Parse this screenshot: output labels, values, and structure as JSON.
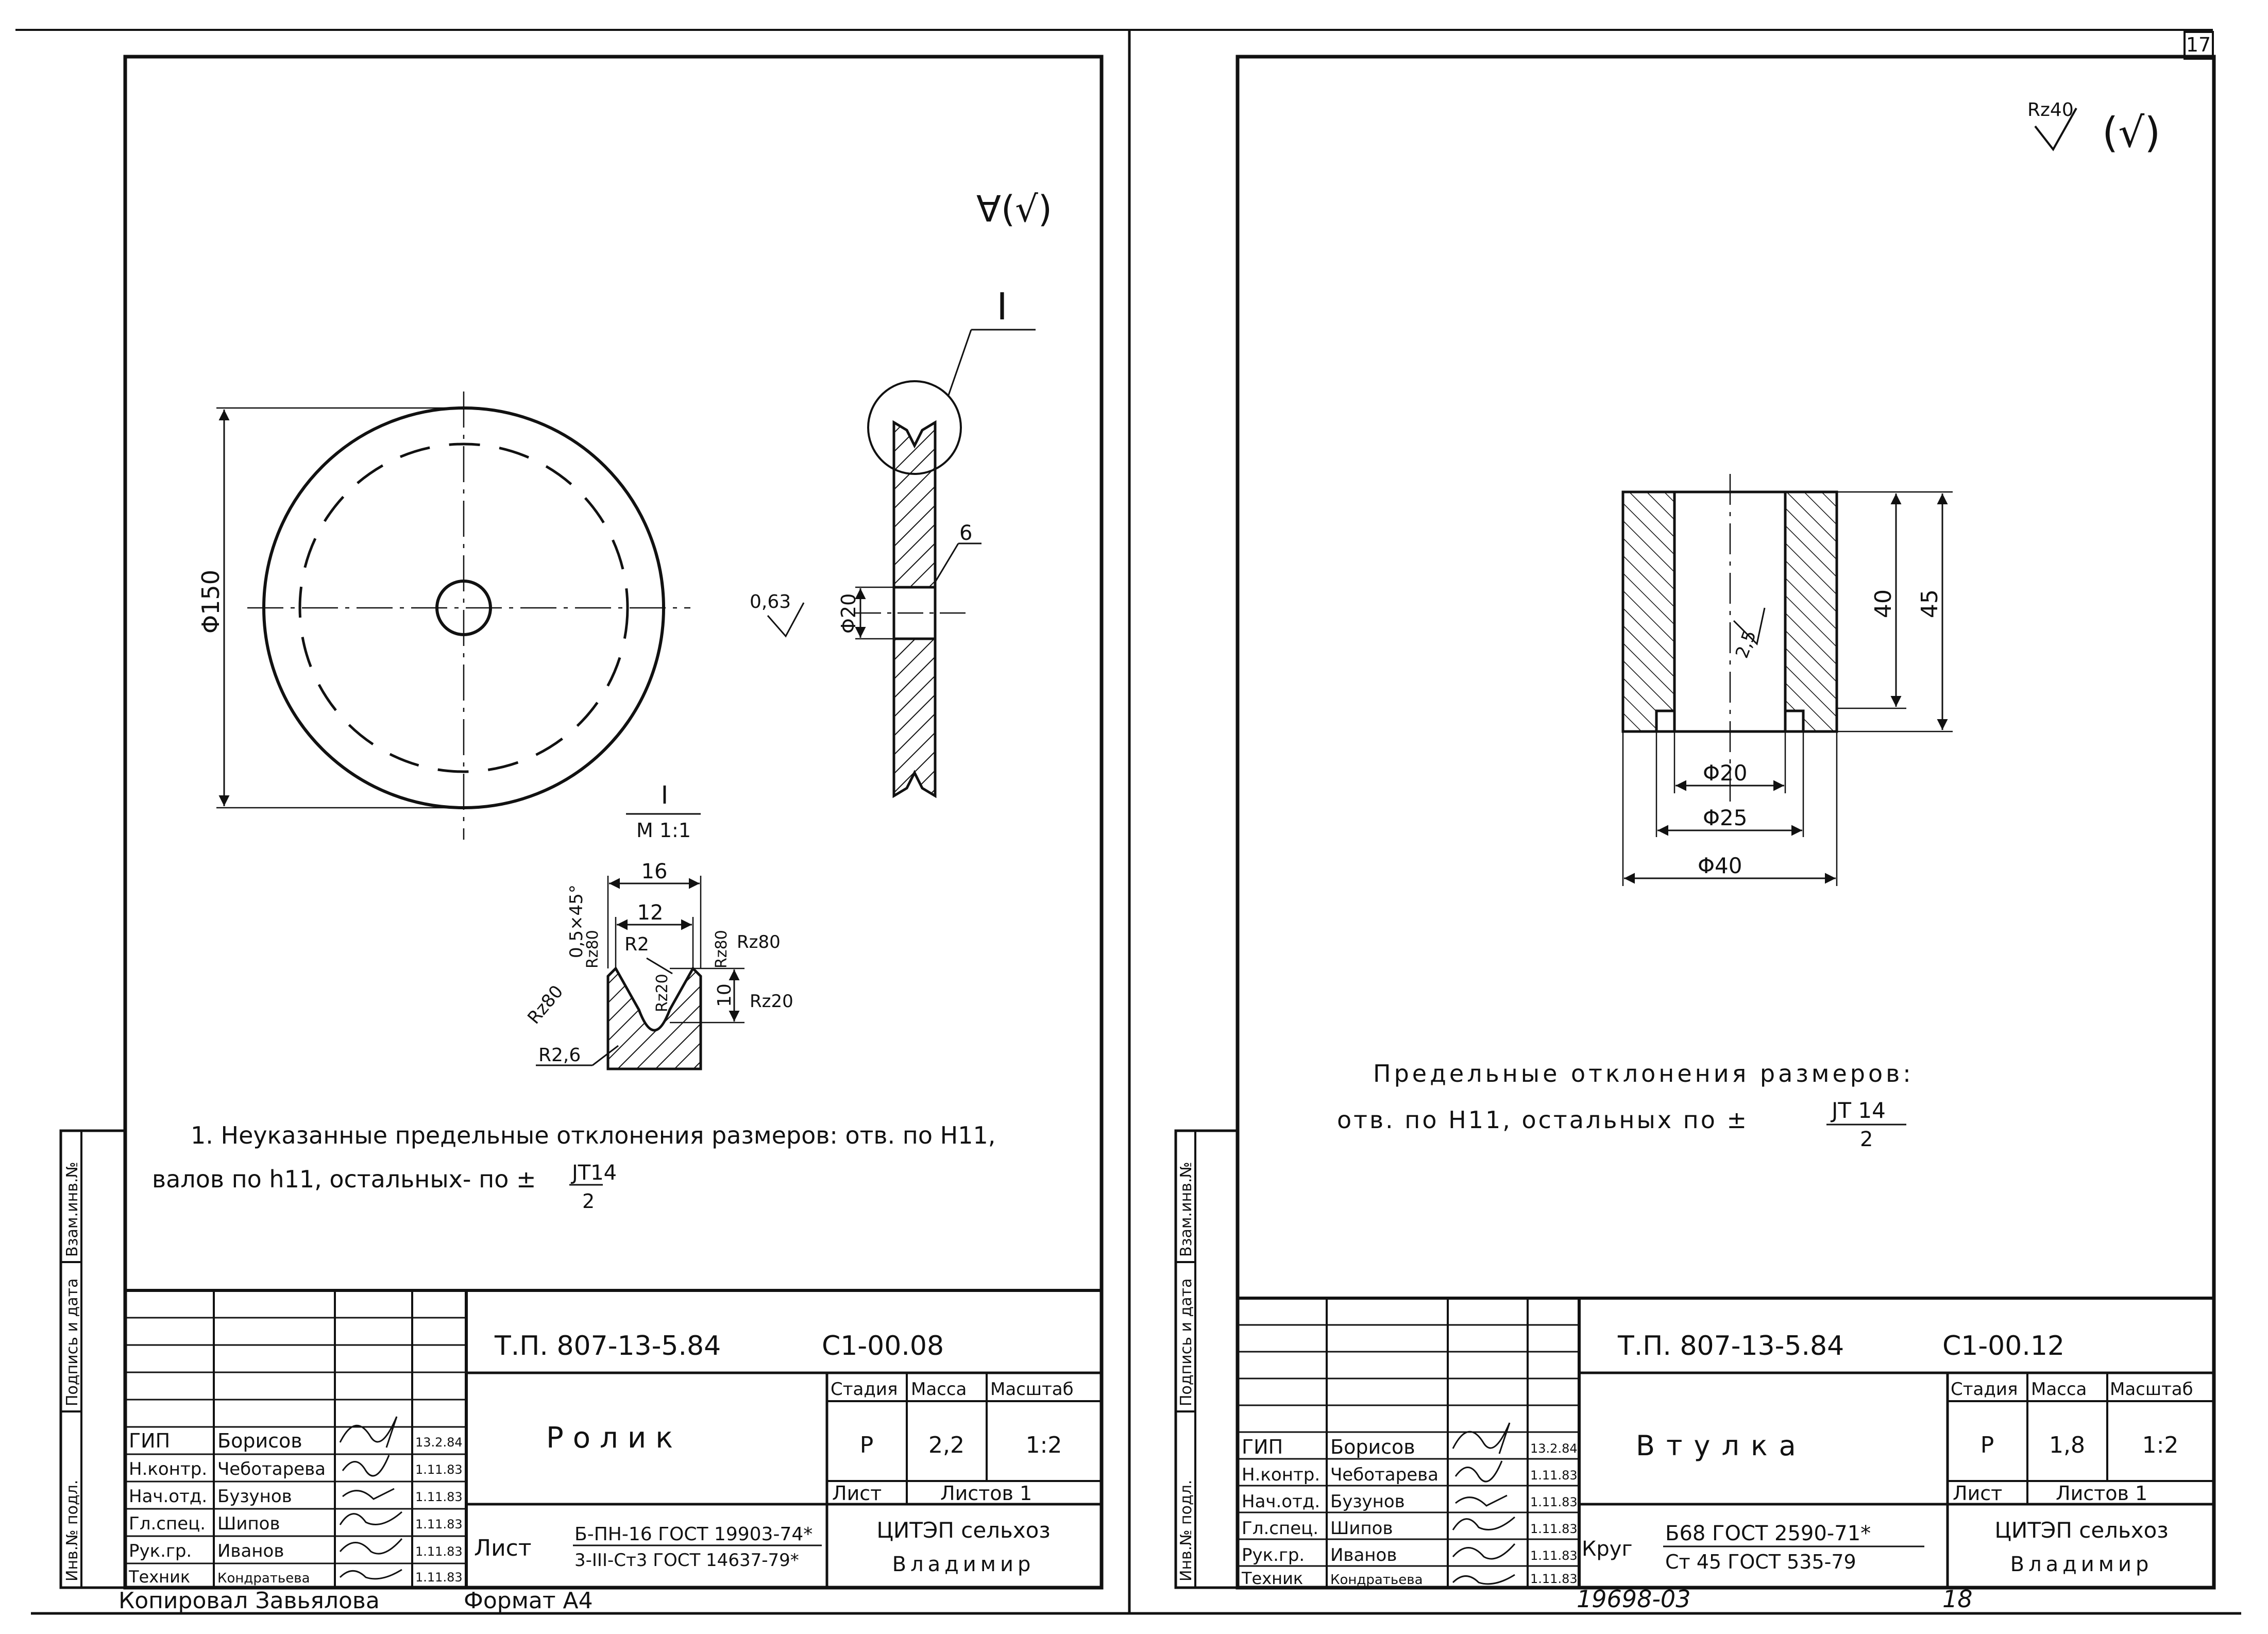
{
  "sheet_number": "17",
  "copied_by": "Копировал Завьялова",
  "format": "Формат А4",
  "archive_number": "19698-03",
  "archive_suffix": "18",
  "side_labels": [
    "Инв.№ подл.",
    "Подпись и дата",
    "Взам.инв.№"
  ],
  "left": {
    "surface_mark": "∀(√)",
    "detail_mark": "I",
    "detail_caption": "I",
    "detail_scale": "М 1:1",
    "dims": {
      "dia150": "Φ150",
      "dia20": "Φ20",
      "rough063": "0,63",
      "width6": "6",
      "d16": "16",
      "d12": "12",
      "r2": "R2",
      "r26": "R2,6",
      "d10": "10",
      "rz20a": "Rz20",
      "rz20b": "Rz20",
      "rz80a": "Rz80",
      "rz80b": "Rz80",
      "rz80c": "Rz80",
      "rz80d": "Rz80",
      "chamfer": "0,5×45°"
    },
    "note_line1": "1. Неуказанные предельные отклонения размеров: отв. по Н11,",
    "note_line2": "валов по h11, остальных- по ±",
    "note_frac_num": "JT14",
    "note_frac_den": "2",
    "doc_code": "Т.П. 807-13-5.84",
    "doc_num": "С1-00.08",
    "title": "Ролик",
    "stage_label": "Стадия",
    "mass_label": "Масса",
    "scale_label": "Масштаб",
    "stage": "Р",
    "mass": "2,2",
    "scale": "1:2",
    "sheet_label": "Лист",
    "sheets_label": "Листов 1",
    "material_prefix": "Лист",
    "material_line1": "Б-ПН-16 ГОСТ 19903-74*",
    "material_line2": "3-III-Ст3 ГОСТ 14637-79*",
    "org_line1": "ЦИТЭП сельхоз",
    "org_line2": "Владимир",
    "staff": [
      {
        "role": "ГИП",
        "name": "Борисов",
        "date": "13.2.84"
      },
      {
        "role": "Н.контр.",
        "name": "Чеботарева",
        "date": "1.11.83"
      },
      {
        "role": "Нач.отд.",
        "name": "Бузунов",
        "date": "1.11.83"
      },
      {
        "role": "Гл.спец.",
        "name": "Шипов",
        "date": "1.11.83"
      },
      {
        "role": "Рук.гр.",
        "name": "Иванов",
        "date": "1.11.83"
      },
      {
        "role": "Техник",
        "name": "Кондратьева",
        "date": "1.11.83"
      }
    ]
  },
  "right": {
    "surface_mark": "Rz40",
    "surface_mark_paren": "(√)",
    "dims": {
      "d40": "40",
      "d45": "45",
      "rough25": "2,5",
      "dia20": "Φ20",
      "dia25": "Φ25",
      "dia40": "Φ40"
    },
    "note_line1": "Предельные отклонения размеров:",
    "note_line2": "отв. по Н11, остальных по ±",
    "note_frac_num": "JT 14",
    "note_frac_den": "2",
    "doc_code": "Т.П. 807-13-5.84",
    "doc_num": "С1-00.12",
    "title": "Втулка",
    "stage_label": "Стадия",
    "mass_label": "Масса",
    "scale_label": "Масштаб",
    "stage": "Р",
    "mass": "1,8",
    "scale": "1:2",
    "sheet_label": "Лист",
    "sheets_label": "Листов 1",
    "material_prefix": "Круг",
    "material_line1": "Б68 ГОСТ 2590-71*",
    "material_line2": "Ст 45 ГОСТ 535-79",
    "org_line1": "ЦИТЭП сельхоз",
    "org_line2": "Владимир",
    "staff": [
      {
        "role": "ГИП",
        "name": "Борисов",
        "date": "13.2.84"
      },
      {
        "role": "Н.контр.",
        "name": "Чеботарева",
        "date": "1.11.83"
      },
      {
        "role": "Нач.отд.",
        "name": "Бузунов",
        "date": "1.11.83"
      },
      {
        "role": "Гл.спец.",
        "name": "Шипов",
        "date": "1.11.83"
      },
      {
        "role": "Рук.гр.",
        "name": "Иванов",
        "date": "1.11.83"
      },
      {
        "role": "Техник",
        "name": "Кондратьева",
        "date": "1.11.83"
      }
    ]
  }
}
